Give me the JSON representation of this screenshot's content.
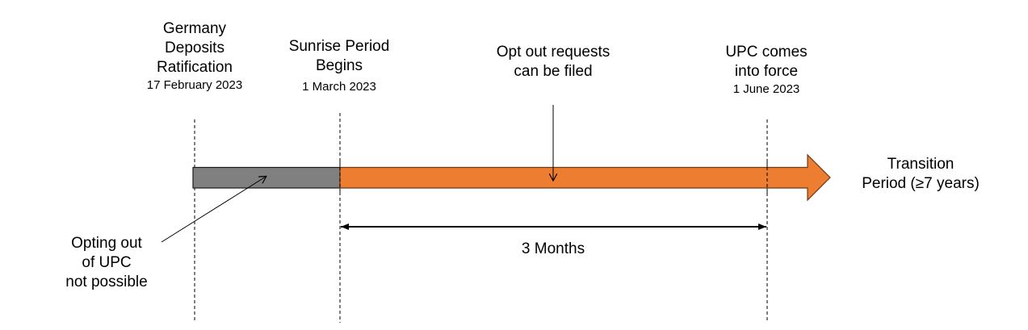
{
  "milestones": [
    {
      "title_lines": [
        "Germany",
        "Deposits",
        "Ratification"
      ],
      "date": "17 February 2023"
    },
    {
      "title_lines": [
        "Sunrise Period",
        "Begins"
      ],
      "date": "1 March 2023"
    },
    {
      "title_lines": [
        "UPC comes",
        "into force"
      ],
      "date": "1 June 2023"
    }
  ],
  "opt_out_label": [
    "Opt out requests",
    "can be filed"
  ],
  "not_possible_label": [
    "Opting out",
    "of UPC",
    "not possible"
  ],
  "transition_label": [
    "Transition",
    "Period (≥7 years)"
  ],
  "duration_label": "3 Months",
  "colors": {
    "gray_bar": "#808080",
    "orange_arrow": "#ED7D31",
    "orange_border": "#6B3A17"
  }
}
